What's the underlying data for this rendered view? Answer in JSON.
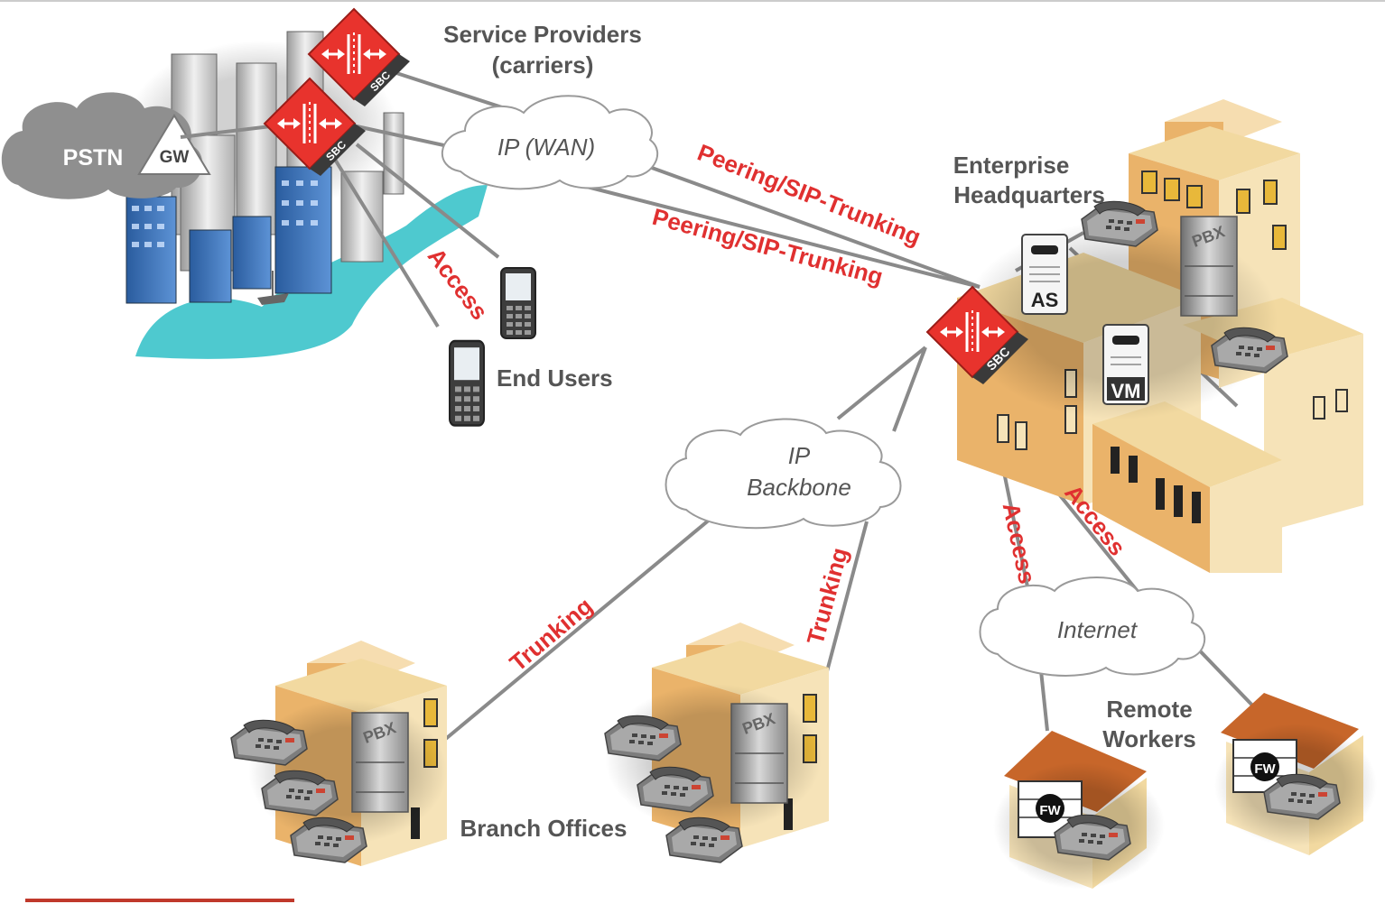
{
  "labels": {
    "service_providers": [
      "Service Providers",
      "(carriers)"
    ],
    "pstn": "PSTN",
    "gw": "GW",
    "ip_wan": "IP (WAN)",
    "end_users": "End Users",
    "enterprise_hq": [
      "Enterprise",
      "Headquarters"
    ],
    "ip_backbone": [
      "IP",
      "Backbone"
    ],
    "internet": "Internet",
    "branch_offices": "Branch Offices",
    "remote_workers": [
      "Remote",
      "Workers"
    ],
    "sbc": "SBC",
    "pbx": "PBX",
    "as": "AS",
    "vm": "VM",
    "fw": "FW"
  },
  "links": {
    "peering_1": "Peering/SIP-Trunking",
    "peering_2": "Peering/SIP-Trunking",
    "access_end_users": "Access",
    "trunking_1": "Trunking",
    "trunking_2": "Trunking",
    "access_remote_1": "Access",
    "access_remote_2": "Access"
  },
  "colors": {
    "accent_red": "#e03030",
    "sbc_red": "#e8332d",
    "text_gray": "#555555",
    "link_gray": "#8a8a8a",
    "water": "#4ec9cf",
    "building_tan": "#f2d9a0",
    "building_orange": "#eab36a"
  },
  "icons": [
    "sbc-icon",
    "gateway-icon",
    "cloud-icon",
    "mobile-phone-icon",
    "desk-phone-icon",
    "pbx-server-icon",
    "application-server-icon",
    "voicemail-server-icon",
    "firewall-icon",
    "house-icon",
    "building-icon"
  ]
}
